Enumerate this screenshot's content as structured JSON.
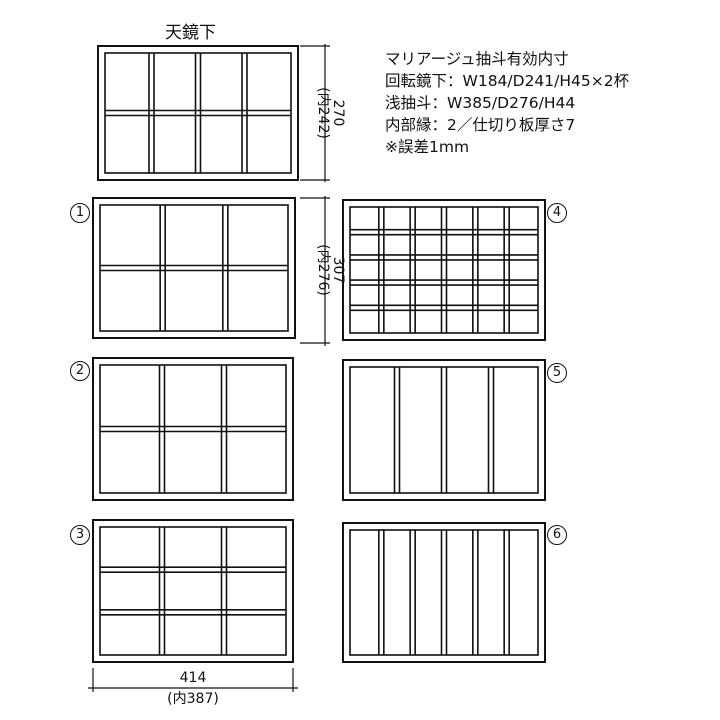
{
  "title": "天鏡下",
  "spec_lines": [
    "マリアージュ抽斗有効内寸",
    "回転鏡下：W184/D241/H45×2杯",
    "浅抽斗：W385/D276/H44",
    "内部縁：2／仕切り板厚さ7",
    "※誤差1mm"
  ],
  "dimensions": {
    "top_height": "270",
    "top_inner_height": "(内242)",
    "drawer_height": "307",
    "drawer_inner_height": "(内276)",
    "width": "414",
    "inner_width": "(内387)"
  },
  "trays": [
    {
      "id": "top",
      "label": "",
      "cols": 4,
      "rows": 2
    },
    {
      "id": "1",
      "label": "1",
      "cols": 3,
      "rows": 2
    },
    {
      "id": "2",
      "label": "2",
      "cols": 3,
      "rows": 2
    },
    {
      "id": "3",
      "label": "3",
      "cols": 3,
      "rows": 3
    },
    {
      "id": "4",
      "label": "4",
      "cols": 6,
      "rows": 5
    },
    {
      "id": "5",
      "label": "5",
      "cols": 4,
      "rows": 1
    },
    {
      "id": "6",
      "label": "6",
      "cols": 6,
      "rows": 1
    }
  ]
}
